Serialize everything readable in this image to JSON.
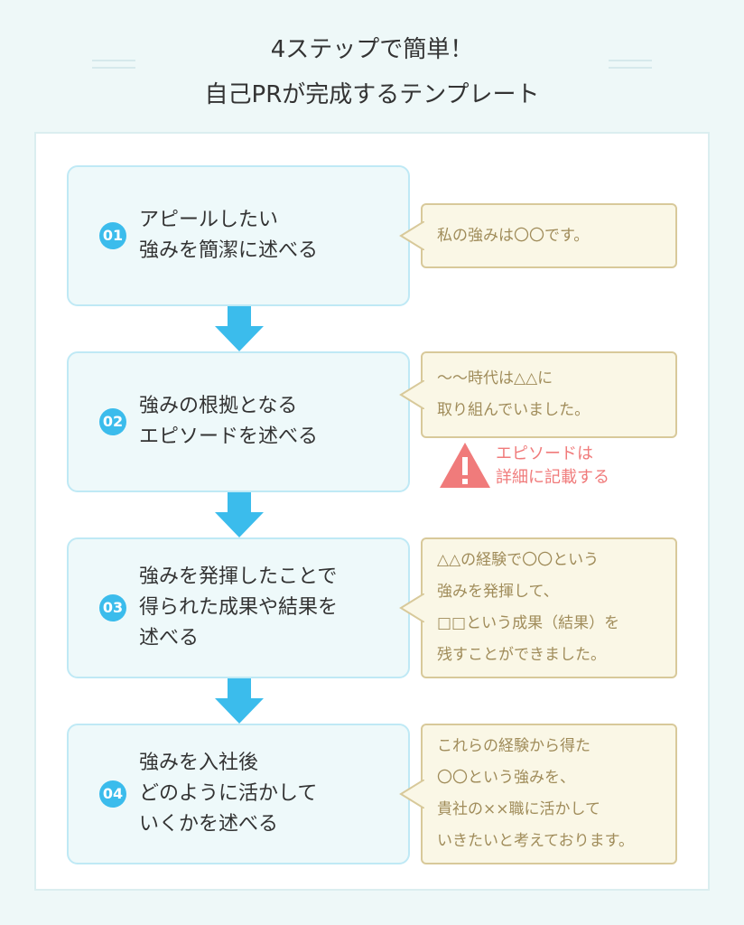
{
  "title": {
    "line1": "4ステップで簡単！",
    "line2": "自己PRが完成するテンプレート"
  },
  "steps": [
    {
      "number": "01",
      "text": "アピールしたい\n強みを簡潔に述べる",
      "example": "私の強みは〇〇です。"
    },
    {
      "number": "02",
      "text": "強みの根拠となる\nエピソードを述べる",
      "example": "～～時代は△△に\n取り組んでいました。"
    },
    {
      "number": "03",
      "text": "強みを発揮したことで\n得られた成果や結果を\n述べる",
      "example": "△△の経験で〇〇という\n強みを発揮して、\n□□という成果（結果）を\n残すことができました。"
    },
    {
      "number": "04",
      "text": "強みを入社後\nどのように活かして\nいくかを述べる",
      "example": "これらの経験から得た\n〇〇という強みを、\n貴社の××職に活かして\nいきたいと考えております。"
    }
  ],
  "warning": {
    "icon": "exclamation-triangle-icon",
    "text": "エピソードは\n詳細に記載する"
  },
  "colors": {
    "accent": "#3bbcec",
    "bubble_text": "#a08c5a",
    "warning": "#f07b7b"
  }
}
